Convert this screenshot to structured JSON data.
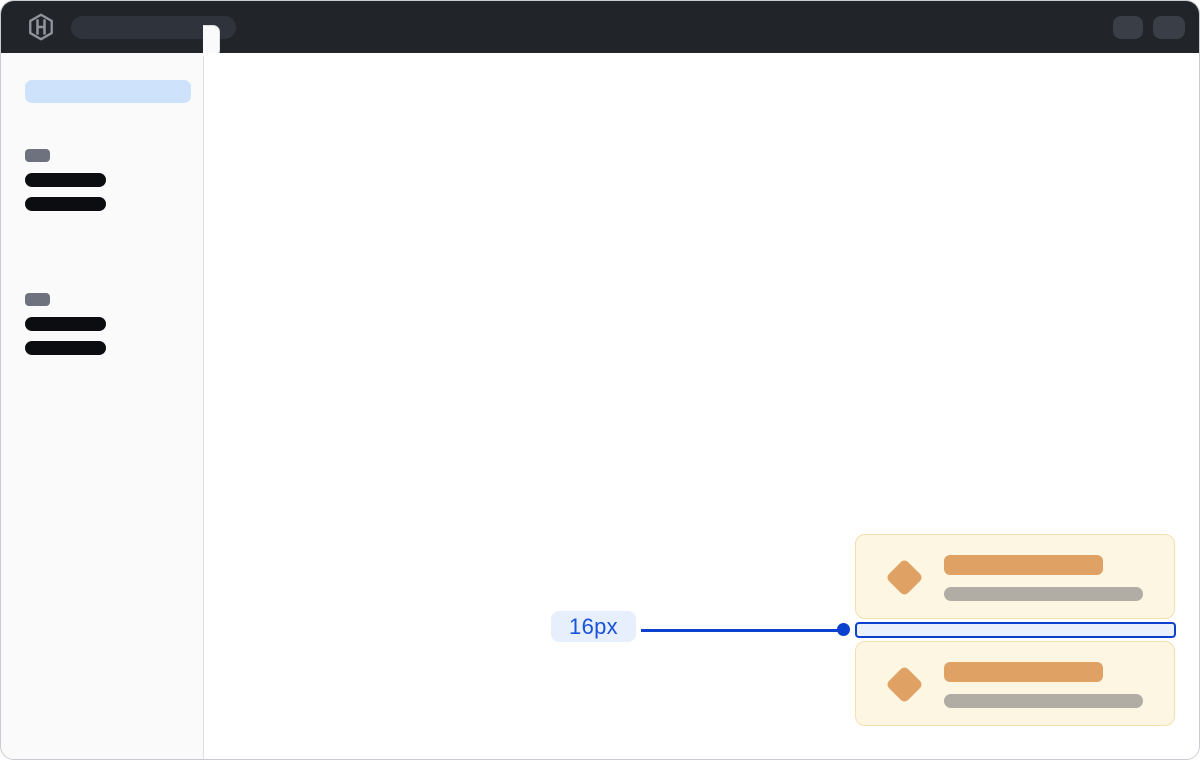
{
  "header": {
    "logo_icon": "hashicorp-logo",
    "nav_pill": "placeholder-pill",
    "action_buttons": [
      "placeholder-button",
      "placeholder-button"
    ]
  },
  "sidebar": {
    "selected_item": "placeholder-pill",
    "flyout_handle": "sidebar-flyout-handle",
    "groups": [
      {
        "label": "placeholder-section-label",
        "item_bars": 2
      },
      {
        "label": "placeholder-section-label",
        "item_bars": 2
      }
    ]
  },
  "main": {
    "cards": [
      {
        "icon": "diamond-icon",
        "title_bar": "placeholder",
        "subtitle_bar": "placeholder"
      },
      {
        "icon": "diamond-icon",
        "title_bar": "placeholder",
        "subtitle_bar": "placeholder"
      }
    ],
    "spacing_annotation": {
      "label": "16px"
    }
  },
  "colors": {
    "header_bg": "#212429",
    "header_pill": "#2f333b",
    "header_button": "#3a3e47",
    "logo_gray": "#8f939c",
    "window_border": "#c8cbd2",
    "sidebar_bg": "#fafafa",
    "sidebar_border": "#dcdee4",
    "selected_item": "#cfe2fc",
    "section_label": "#6d727e",
    "skeleton_dark": "#0b0d11",
    "card_bg": "#fdf6e3",
    "card_border": "#f4dfae",
    "card_accent": "#dfa264",
    "card_muted": "#b1ada5",
    "accent_blue": "#0c40cf",
    "measure_fill": "#eaf1fd",
    "label_bg": "#e7eefc",
    "label_text": "#1a53d8"
  }
}
